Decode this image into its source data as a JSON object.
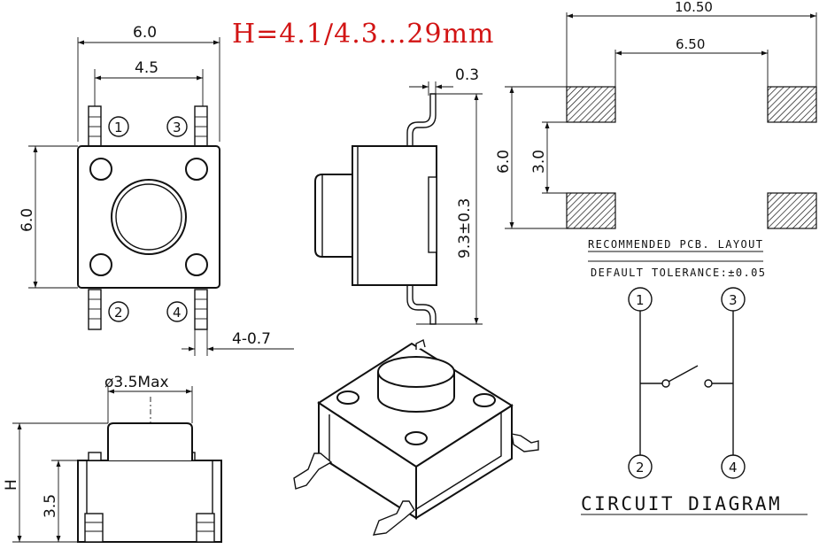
{
  "title": "H=4.1/4.3...29mm",
  "top_view": {
    "width_label": "6.0",
    "pin_spacing_label": "4.5",
    "height_label": "6.0",
    "pin_width_label": "4-0.7",
    "pins": [
      "1",
      "3",
      "2",
      "4"
    ]
  },
  "side_view": {
    "lead_thickness_label": "0.3",
    "total_height_label": "9.3±0.3"
  },
  "pcb_layout": {
    "outer_width_label": "10.50",
    "inner_width_label": "6.50",
    "outer_height_label": "6.0",
    "inner_height_label": "3.0",
    "title": "RECOMMENDED PCB. LAYOUT",
    "tolerance_note": "DEFAULT TOLERANCE:±0.05"
  },
  "front_view": {
    "button_diameter_label": "ø3.5Max",
    "height_label": "H",
    "body_height_label": "3.5"
  },
  "circuit": {
    "pins": [
      "1",
      "3",
      "2",
      "4"
    ],
    "caption": "CIRCUIT DIAGRAM"
  },
  "colors": {
    "title": "#d21414",
    "lines": "#111111",
    "background": "#ffffff"
  }
}
